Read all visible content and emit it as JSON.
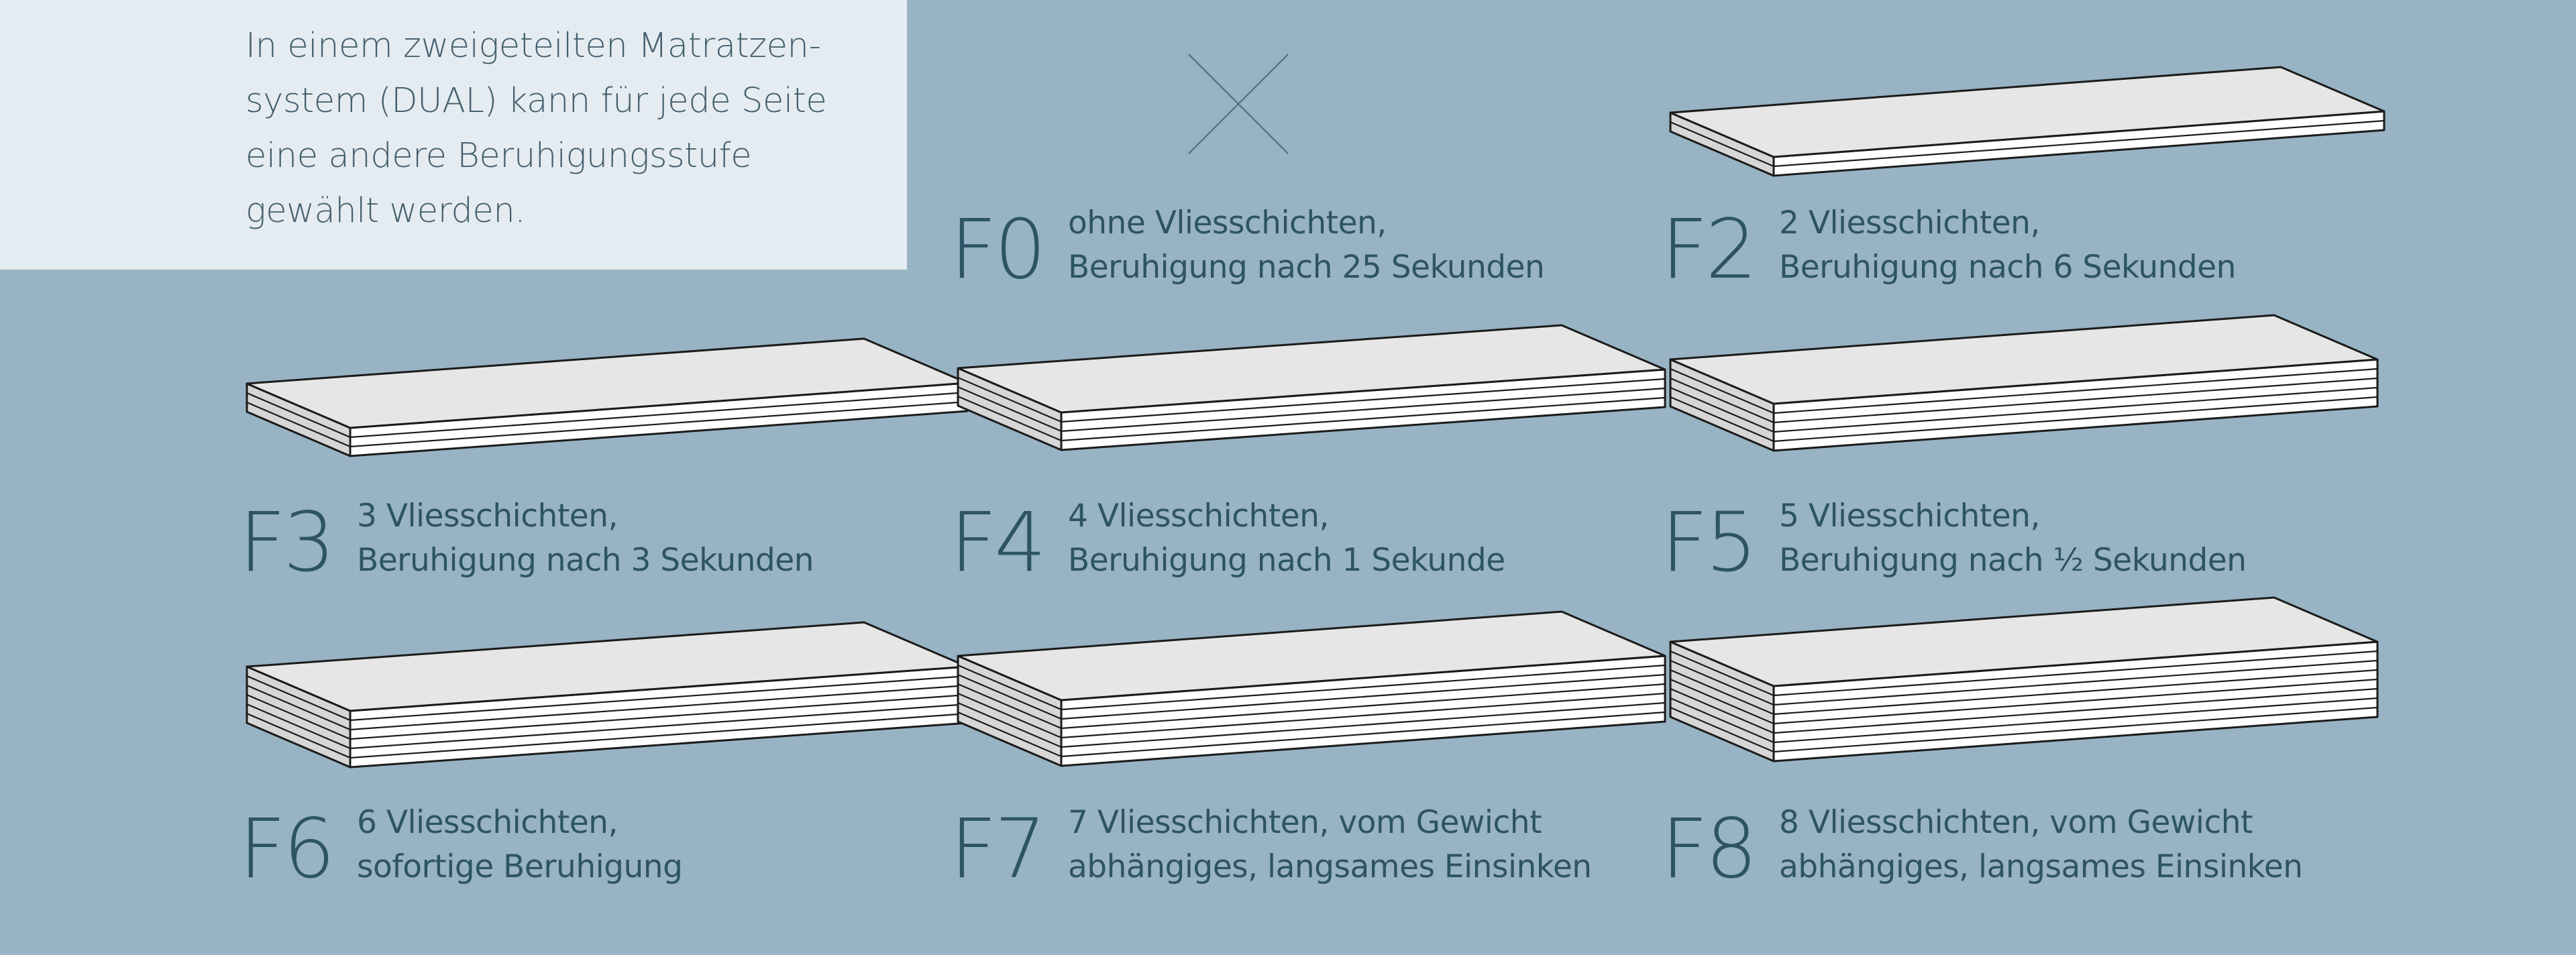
{
  "intro": {
    "lines": [
      "In einem zweigeteilten Matratzen-",
      "system (DUAL) kann für jede Seite",
      "eine andere Beruhigungsstufe",
      "gewählt werden."
    ]
  },
  "grades": [
    {
      "code": "F0",
      "layers": 0,
      "line1": "ohne Vliesschichten,",
      "line2": "Beruhigung nach 25 Sekunden"
    },
    {
      "code": "F2",
      "layers": 2,
      "line1": "2 Vliesschichten,",
      "line2": "Beruhigung nach 6 Sekunden"
    },
    {
      "code": "F3",
      "layers": 3,
      "line1": "3 Vliesschichten,",
      "line2": "Beruhigung nach 3 Sekunden"
    },
    {
      "code": "F4",
      "layers": 4,
      "line1": "4 Vliesschichten,",
      "line2": "Beruhigung nach 1 Sekunde"
    },
    {
      "code": "F5",
      "layers": 5,
      "line1": "5 Vliesschichten,",
      "line2": "Beruhigung nach ½ Sekunden"
    },
    {
      "code": "F6",
      "layers": 6,
      "line1": "6 Vliesschichten,",
      "line2": "sofortige Beruhigung"
    },
    {
      "code": "F7",
      "layers": 7,
      "line1": "7 Vliesschichten, vom Gewicht",
      "line2": "abhängiges, langsames Einsinken"
    },
    {
      "code": "F8",
      "layers": 8,
      "line1": "8 Vliesschichten, vom Gewicht",
      "line2": "abhängiges, langsames Einsinken"
    }
  ],
  "colors": {
    "background": "#98b3c3",
    "intro_panel": "#e5ecf1",
    "text": "#2d5465",
    "layer_top": "#e6e6e6",
    "layer_side": "#ffffff",
    "layer_face": "#d6d6d6",
    "outline": "#1b1b1b",
    "no_layer_mark": "#5a7484"
  },
  "icons": {
    "no_layers": "cross-icon",
    "layers": "fleece-stack-icon"
  }
}
